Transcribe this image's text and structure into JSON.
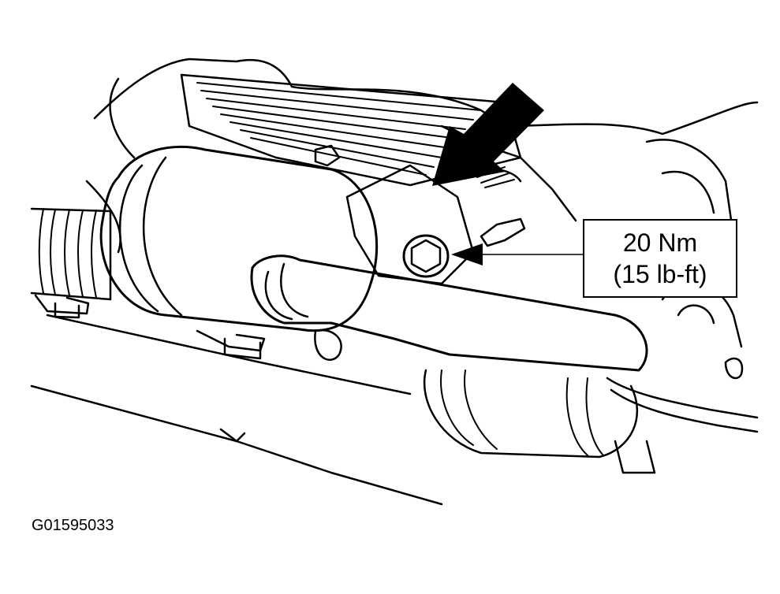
{
  "callout": {
    "torque_metric": "20 Nm",
    "torque_imperial": "(15 lb-ft)"
  },
  "figure": {
    "id": "G01595033"
  },
  "colors": {
    "line": "#000000",
    "background": "#ffffff"
  }
}
